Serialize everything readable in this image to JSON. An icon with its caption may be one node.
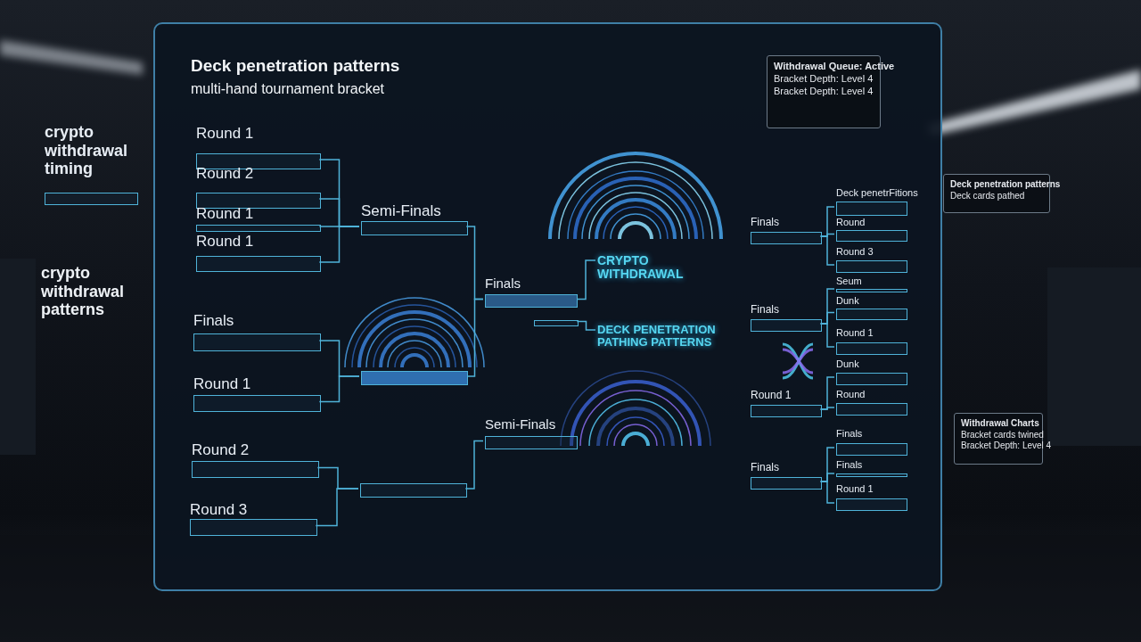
{
  "diagram": {
    "nodes": [
      {
        "text": [
          "Deck penetration patterns",
          "multi-hand tournament bracket"
        ]
      },
      {
        "text": [
          "Round 1"
        ],
        "in": 0
      },
      {
        "text": [
          "Round 2"
        ],
        "in": 0
      },
      {
        "text": [
          "Round 1"
        ],
        "in": 0
      },
      {
        "text": [
          "Round 1"
        ],
        "in": 0
      },
      {
        "text": [
          "Semi-Finals"
        ],
        "in": 0
      },
      {
        "text": [
          "Finals"
        ],
        "in": 0
      },
      {
        "text": [
          "Round 1"
        ],
        "in": 0
      },
      {
        "text": [],
        "shape": "box",
        "in": 0
      },
      {
        "text": [
          "Round 2"
        ],
        "in": 0
      },
      {
        "text": [
          "Round 3"
        ],
        "in": 0
      },
      {
        "text": [],
        "shape": "box",
        "in": 0
      },
      {
        "text": [
          "Finals"
        ],
        "in": 0
      },
      {
        "text": [
          "Semi-Finals"
        ],
        "in": 0
      },
      {
        "text": [
          "CRYPTO WITHDRAWAL"
        ],
        "in": 0
      },
      {
        "text": [],
        "shape": "box",
        "in": 0
      },
      {
        "text": [
          "DECK PENETRATION PATHING PATTERNS"
        ],
        "in": 0
      },
      {
        "text": [
          "Finals"
        ],
        "in": 0
      },
      {
        "text": [
          "Finals"
        ],
        "in": 0
      },
      {
        "text": [
          "Round 1"
        ],
        "in": 0
      },
      {
        "text": [
          "Finals"
        ],
        "in": 0
      },
      {
        "text": [
          "Deck penetrFitions"
        ],
        "in": 0
      },
      {
        "text": [
          "Round"
        ],
        "in": 0
      },
      {
        "text": [
          "Round 3"
        ],
        "in": 0
      },
      {
        "text": [
          "Seum"
        ],
        "in": 0
      },
      {
        "text": [
          "Dunk"
        ],
        "in": 0
      },
      {
        "text": [
          "Round 1"
        ],
        "in": 0
      },
      {
        "text": [
          "Dunk"
        ],
        "in": 0
      },
      {
        "text": [
          "Round"
        ],
        "in": 0
      },
      {
        "text": [
          "Finals"
        ],
        "in": 0
      },
      {
        "text": [
          "Finals"
        ],
        "in": 0
      },
      {
        "text": [
          "Round 1"
        ],
        "in": 0
      },
      {
        "text": [
          "crypto withdrawal timing"
        ]
      },
      {
        "text": [
          "Withdrawal Queue: Active",
          "Bracket Depth: Level 4",
          "Bracket Depth: Level 4"
        ],
        "in": 0
      },
      {
        "text": [
          "Deck penetration patterns",
          "Deck cards pathed"
        ]
      },
      {
        "text": [
          "Withdrawal Charts",
          "Bracket cards twined",
          "Bracket Depth: Level 4"
        ]
      }
    ],
    "edges": [
      {
        "from": 1,
        "to": 5,
        "arrow": "none"
      },
      {
        "from": 2,
        "to": 5,
        "arrow": "none"
      },
      {
        "from": 3,
        "to": 5,
        "arrow": "none"
      },
      {
        "from": 4,
        "to": 5,
        "arrow": "none"
      },
      {
        "from": 6,
        "to": 8,
        "arrow": "none"
      },
      {
        "from": 7,
        "to": 8,
        "arrow": "none"
      },
      {
        "from": 9,
        "to": 11,
        "arrow": "none"
      },
      {
        "from": 10,
        "to": 11,
        "arrow": "none"
      },
      {
        "from": 5,
        "to": 12,
        "arrow": "none"
      },
      {
        "from": 8,
        "to": 12,
        "arrow": "none"
      },
      {
        "from": 11,
        "to": 13,
        "arrow": "none"
      },
      {
        "from": 12,
        "to": 14,
        "arrow": "none"
      },
      {
        "from": 15,
        "to": 16,
        "arrow": "none"
      },
      {
        "from": 21,
        "to": 17,
        "arrow": "none"
      },
      {
        "from": 22,
        "to": 17,
        "arrow": "none"
      },
      {
        "from": 23,
        "to": 17,
        "arrow": "none"
      },
      {
        "from": 24,
        "to": 18,
        "arrow": "none"
      },
      {
        "from": 25,
        "to": 18,
        "arrow": "none"
      },
      {
        "from": 26,
        "to": 18,
        "arrow": "none"
      },
      {
        "from": 27,
        "to": 19,
        "arrow": "none"
      },
      {
        "from": 28,
        "to": 19,
        "arrow": "none"
      },
      {
        "from": 29,
        "to": 20,
        "arrow": "none"
      },
      {
        "from": 30,
        "to": 20,
        "arrow": "none"
      },
      {
        "from": 31,
        "to": 20,
        "arrow": "none"
      }
    ],
    "labels": [
      "crypto withdrawal patterns"
    ]
  }
}
